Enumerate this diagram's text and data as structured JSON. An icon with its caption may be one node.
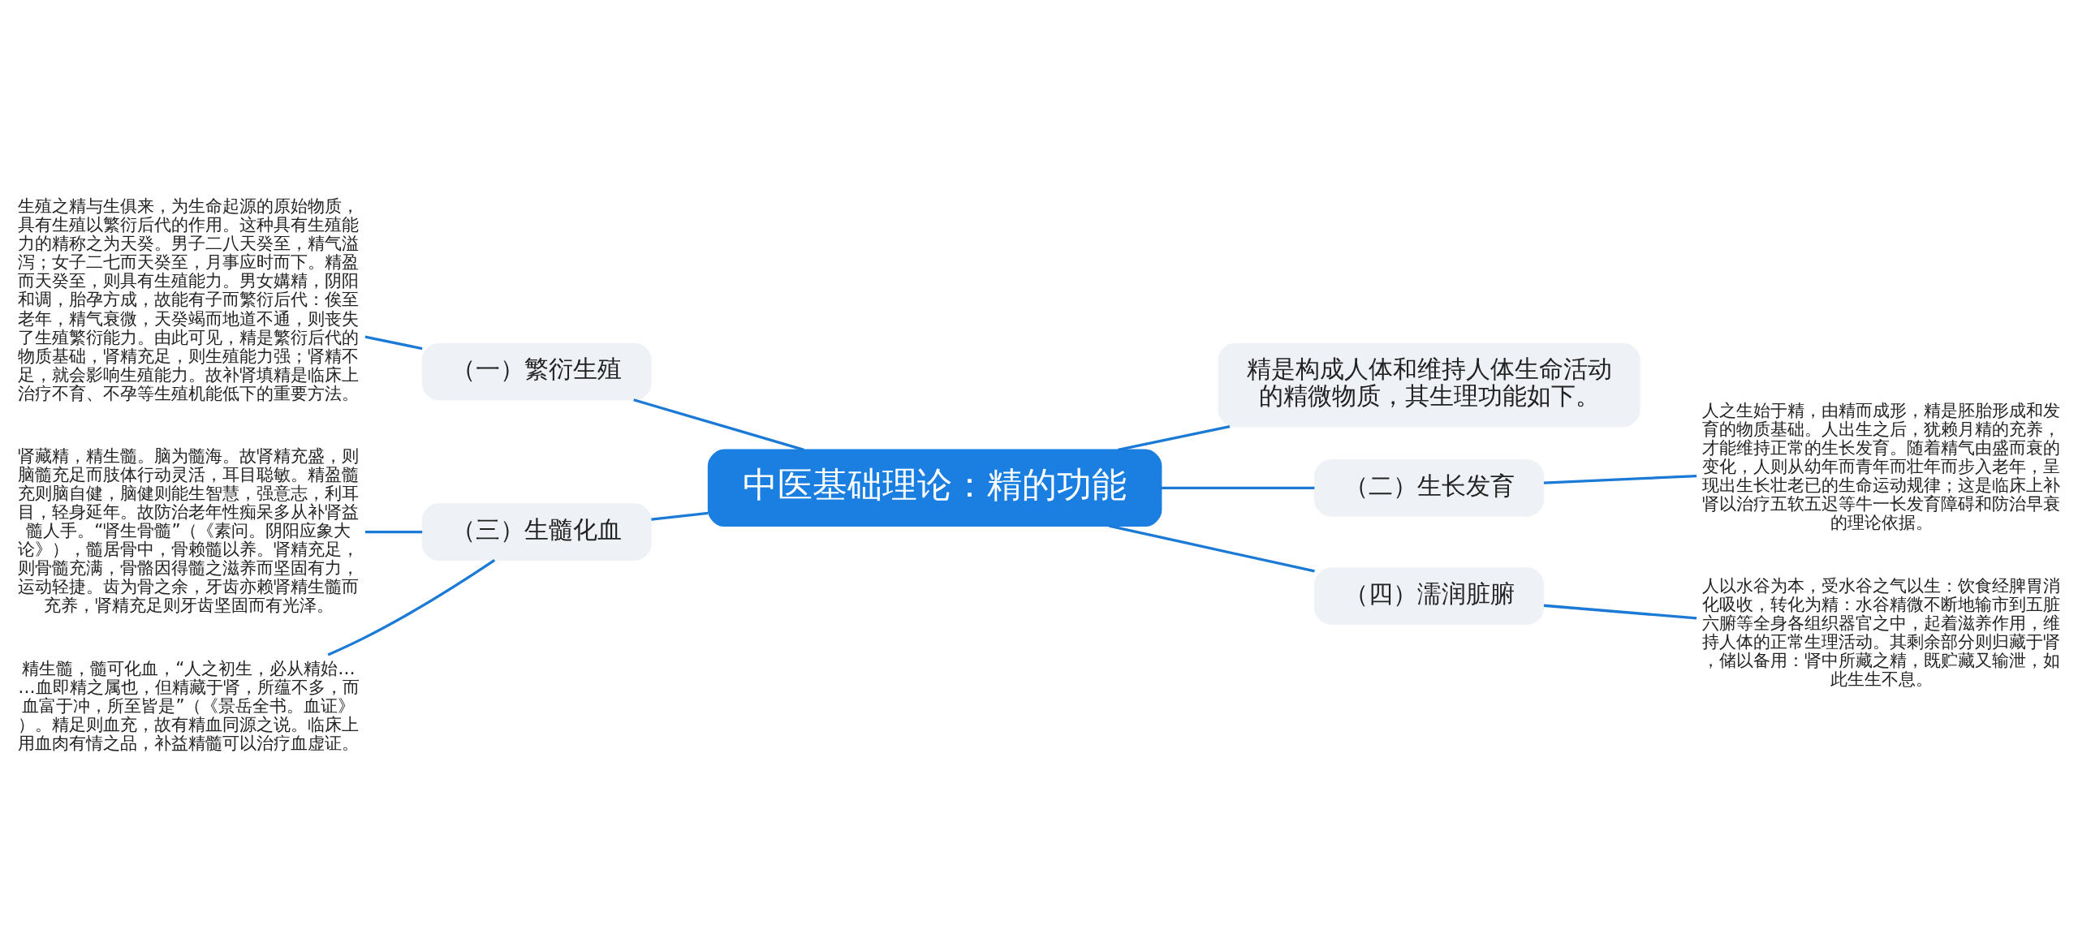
{
  "diagram": {
    "nodes": [
      {
        "text": [
          "中医基础理论：精的功能"
        ]
      },
      {
        "text": [
          "精是构成人体和维持人体生命活动的精微物质，其生理功能如下。"
        ]
      },
      {
        "text": [
          "（一）繁衍生殖"
        ]
      },
      {
        "text": [
          "生殖之精与生俱来，为生命起源的原始物质，具有生殖以繁衍后代的作用。这种具有生殖能力的精称之为天癸。男子二八天癸至，精气溢泻；女子二七而天癸至，月事应时而下。精盈而天癸至，则具有生殖能力。男女媾精，阴阳和调，胎孕方成，故能有子而繁衍后代：俟至老年，精气衰微，天癸竭而地道不通，则丧失了生殖繁衍能力。由此可见，精是繁衍后代的物质基础，肾精充足，则生殖能力强；肾精不足，就会影响生殖能力。故补肾填精是临床上治疗不育、不孕等生殖机能低下的重要方法。"
        ]
      },
      {
        "text": [
          "（二）生长发育"
        ]
      },
      {
        "text": [
          "人之生始于精，由精而成形，精是胚胎形成和发育的物质基础。人出生之后，犹赖月精的充养，才能维持正常的生长发育。随着精气由盛而衰的变化，人则从幼年而青年而壮年而步入老年，呈现出生长壮老已的生命运动规律；这是临床上补肾以治疗五软五迟等牛一长发育障碍和防治早衰的理论依据。"
        ]
      },
      {
        "text": [
          "（三）生髓化血"
        ]
      },
      {
        "text": [
          "肾藏精，精生髓。脑为髓海。故肾精充盛，则脑髓充足而肢体行动灵活，耳目聪敏。精盈髓充则脑自健，脑健则能生智慧，强意志，利耳目，轻身延年。故防治老年性痴呆多从补肾益髓人手。“肾生骨髓”（《素问。阴阳应象大论》），髓居骨中，骨赖髓以养。肾精充足，则骨髓充满，骨骼因得髓之滋养而坚固有力，运动轻捷。齿为骨之余，牙齿亦赖肾精生髓而充养，肾精充足则牙齿坚固而有光泽。"
        ]
      },
      {
        "text": [
          "精生髓，髓可化血，“人之初生，必从精始……血即精之属也，但精藏于肾，所蕴不多，而血富于冲，所至皆是”（《景岳全书。血证》）。精足则血充，故有精血同源之说。临床上用血肉有情之品，补益精髓可以治疗血虚证。"
        ]
      },
      {
        "text": [
          "（四）濡润脏腑"
        ]
      },
      {
        "text": [
          "人以水谷为本，受水谷之气以生：饮食经脾胃消化吸收，转化为精：水谷精微不断地输市到五脏六腑等全身各组织器官之中，起着滋养作用，维持人体的正常生理活动。其剩余部分则归藏于肾，储以备用：肾中所藏之精，既贮藏又输泄，如此生生不息。"
        ]
      }
    ],
    "edges": [
      {
        "from": 0,
        "to": 1,
        "arrow": "none"
      },
      {
        "from": 0,
        "to": 2,
        "arrow": "none"
      },
      {
        "from": 0,
        "to": 4,
        "arrow": "none"
      },
      {
        "from": 0,
        "to": 6,
        "arrow": "none"
      },
      {
        "from": 0,
        "to": 9,
        "arrow": "none"
      },
      {
        "from": 2,
        "to": 3,
        "arrow": "none"
      },
      {
        "from": 4,
        "to": 5,
        "arrow": "none"
      },
      {
        "from": 6,
        "to": 7,
        "arrow": "none"
      },
      {
        "from": 6,
        "to": 8,
        "arrow": "none"
      },
      {
        "from": 9,
        "to": 10,
        "arrow": "none"
      }
    ]
  }
}
